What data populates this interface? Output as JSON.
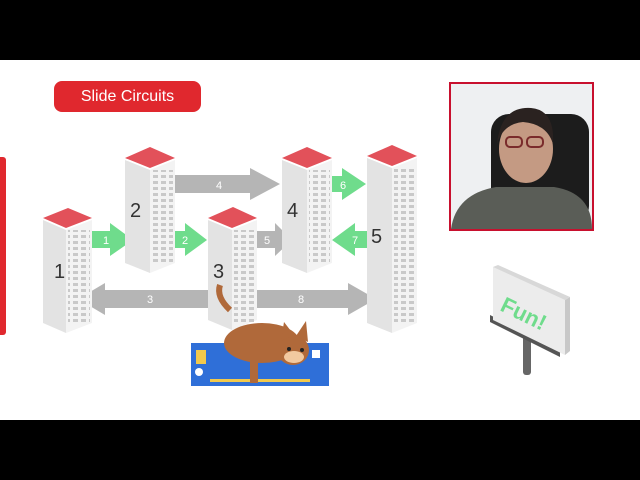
{
  "slide": {
    "title": "Slide Circuits",
    "buildings": [
      "1",
      "2",
      "3",
      "4",
      "5"
    ],
    "arrows": [
      "1",
      "2",
      "3",
      "4",
      "5",
      "6",
      "7",
      "8"
    ],
    "billboard_text": "Fun!",
    "colors": {
      "accent": "#e0282e",
      "green_arrow": "#6fdc8c",
      "gray_arrow": "#b5b5b5",
      "webcam_border": "#c8102e"
    }
  }
}
